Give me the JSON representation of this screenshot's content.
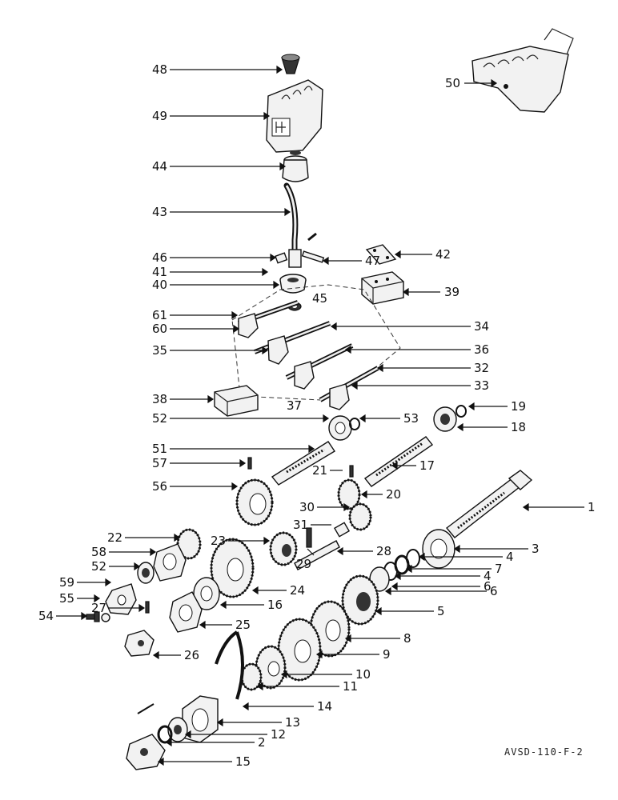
{
  "reference_code": "AVSD-110-F-2",
  "callouts": [
    {
      "id": "c48",
      "label": "48"
    },
    {
      "id": "c49",
      "label": "49"
    },
    {
      "id": "c50",
      "label": "50"
    },
    {
      "id": "c44",
      "label": "44"
    },
    {
      "id": "c43",
      "label": "43"
    },
    {
      "id": "c46",
      "label": "46"
    },
    {
      "id": "c47",
      "label": "47"
    },
    {
      "id": "c42",
      "label": "42"
    },
    {
      "id": "c41",
      "label": "41"
    },
    {
      "id": "c40",
      "label": "40"
    },
    {
      "id": "c39",
      "label": "39"
    },
    {
      "id": "c45",
      "label": "45"
    },
    {
      "id": "c61",
      "label": "61"
    },
    {
      "id": "c60",
      "label": "60"
    },
    {
      "id": "c34",
      "label": "34"
    },
    {
      "id": "c35",
      "label": "35"
    },
    {
      "id": "c36",
      "label": "36"
    },
    {
      "id": "c32",
      "label": "32"
    },
    {
      "id": "c33",
      "label": "33"
    },
    {
      "id": "c38",
      "label": "38"
    },
    {
      "id": "c37",
      "label": "37"
    },
    {
      "id": "c19",
      "label": "19"
    },
    {
      "id": "c52a",
      "label": "52"
    },
    {
      "id": "c53",
      "label": "53"
    },
    {
      "id": "c18",
      "label": "18"
    },
    {
      "id": "c51",
      "label": "51"
    },
    {
      "id": "c17",
      "label": "17"
    },
    {
      "id": "c57",
      "label": "57"
    },
    {
      "id": "c21",
      "label": "21"
    },
    {
      "id": "c56",
      "label": "56"
    },
    {
      "id": "c20",
      "label": "20"
    },
    {
      "id": "c30",
      "label": "30"
    },
    {
      "id": "c1",
      "label": "1"
    },
    {
      "id": "c31",
      "label": "31"
    },
    {
      "id": "c22",
      "label": "22"
    },
    {
      "id": "c23",
      "label": "23"
    },
    {
      "id": "c3",
      "label": "3"
    },
    {
      "id": "c58",
      "label": "58"
    },
    {
      "id": "c28",
      "label": "28"
    },
    {
      "id": "c29",
      "label": "29"
    },
    {
      "id": "c4a",
      "label": "4"
    },
    {
      "id": "c52b",
      "label": "52"
    },
    {
      "id": "c7",
      "label": "7"
    },
    {
      "id": "c4b",
      "label": "4"
    },
    {
      "id": "c59",
      "label": "59"
    },
    {
      "id": "c24",
      "label": "24"
    },
    {
      "id": "c6a",
      "label": "6"
    },
    {
      "id": "c6b",
      "label": "6"
    },
    {
      "id": "c55",
      "label": "55"
    },
    {
      "id": "c16",
      "label": "16"
    },
    {
      "id": "c5",
      "label": "5"
    },
    {
      "id": "c54",
      "label": "54"
    },
    {
      "id": "c25",
      "label": "25"
    },
    {
      "id": "c27",
      "label": "27"
    },
    {
      "id": "c8",
      "label": "8"
    },
    {
      "id": "c26",
      "label": "26"
    },
    {
      "id": "c9",
      "label": "9"
    },
    {
      "id": "c10",
      "label": "10"
    },
    {
      "id": "c11",
      "label": "11"
    },
    {
      "id": "c14",
      "label": "14"
    },
    {
      "id": "c13",
      "label": "13"
    },
    {
      "id": "c12",
      "label": "12"
    },
    {
      "id": "c2",
      "label": "2"
    },
    {
      "id": "c15",
      "label": "15"
    }
  ]
}
